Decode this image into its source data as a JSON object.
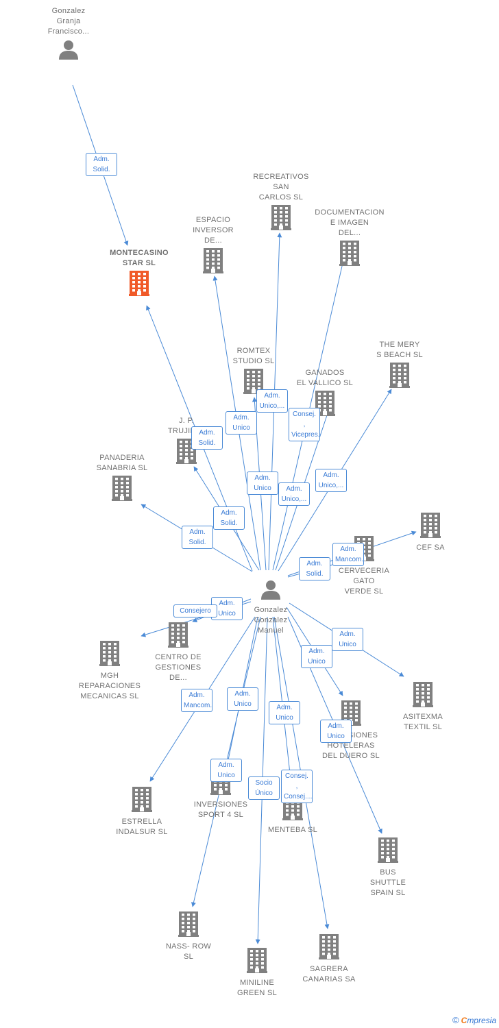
{
  "colors": {
    "edge": "#4a8ad6",
    "building": "#808080",
    "building_focus": "#f05a28",
    "person": "#808080"
  },
  "nodes": [
    {
      "id": "gonzalez-granja",
      "type": "person",
      "label": "Gonzalez\nGranja\nFrancisco..."
    },
    {
      "id": "montecasino",
      "type": "company",
      "focus": true,
      "label": "MONTECASINO\nSTAR  SL"
    },
    {
      "id": "recreativos",
      "type": "company",
      "label": "RECREATIVOS\nSAN\nCARLOS SL"
    },
    {
      "id": "espacio",
      "type": "company",
      "label": "ESPACIO\nINVERSOR\nDE..."
    },
    {
      "id": "documentacion",
      "type": "company",
      "label": "DOCUMENTACION\nE IMAGEN\nDEL..."
    },
    {
      "id": "romtex",
      "type": "company",
      "label": "ROMTEX\nSTUDIO  SL"
    },
    {
      "id": "ganados",
      "type": "company",
      "label": "GANADOS\nEL VALLICO  SL"
    },
    {
      "id": "themery",
      "type": "company",
      "label": "THE MERY\nS BEACH  SL"
    },
    {
      "id": "jptrujillo",
      "type": "company",
      "label": "J. P.\nTRUJILLO"
    },
    {
      "id": "panaderia",
      "type": "company",
      "label": "PANADERIA\nSANABRIA  SL"
    },
    {
      "id": "cef",
      "type": "company",
      "label": "CEF SA"
    },
    {
      "id": "cerveceria",
      "type": "company",
      "label": "CERVECERIA\nGATO\nVERDE  SL"
    },
    {
      "id": "gonzalez-manuel",
      "type": "person",
      "label": "Gonzalez\nGonzalez\nManuel"
    },
    {
      "id": "mgh",
      "type": "company",
      "label": "MGH\nREPARACIONES\nMECANICAS SL"
    },
    {
      "id": "centro",
      "type": "company",
      "label": "CENTRO DE\nGESTIONES\nDE..."
    },
    {
      "id": "asitexma",
      "type": "company",
      "label": "ASITEXMA\nTEXTIL  SL"
    },
    {
      "id": "inversiones-hoteleras",
      "type": "company",
      "label": "INVERSIONES\nHOTELERAS\nDEL DUERO SL"
    },
    {
      "id": "estrella",
      "type": "company",
      "label": "ESTRELLA\nINDALSUR  SL"
    },
    {
      "id": "inversiones-sport",
      "type": "company",
      "label": "INVERSIONES\nSPORT 4 SL"
    },
    {
      "id": "menteba",
      "type": "company",
      "label": "MENTEBA  SL"
    },
    {
      "id": "bus",
      "type": "company",
      "label": "BUS\nSHUTTLE\nSPAIN  SL"
    },
    {
      "id": "nass",
      "type": "company",
      "label": "NASS- ROW\nSL"
    },
    {
      "id": "miniline",
      "type": "company",
      "label": "MINILINE\nGREEN SL"
    },
    {
      "id": "sagrera",
      "type": "company",
      "label": "SAGRERA\nCANARIAS SA"
    }
  ],
  "relations": [
    {
      "label": "Adm.\nSolid.",
      "from": "gonzalez-granja",
      "to": "montecasino"
    },
    {
      "label": "Adm.\nSolid.",
      "from": "gonzalez-manuel",
      "to": "montecasino"
    },
    {
      "label": "Adm.\nUnico",
      "from": "gonzalez-manuel",
      "to": "espacio"
    },
    {
      "label": "Adm.\nUnico,...",
      "from": "gonzalez-manuel",
      "to": "recreativos"
    },
    {
      "label": "Consej. ,\nVicepres.",
      "from": "gonzalez-manuel",
      "to": "documentacion"
    },
    {
      "label": "Adm.\nUnico",
      "from": "gonzalez-manuel",
      "to": "romtex"
    },
    {
      "label": "Adm.\nUnico,...",
      "from": "gonzalez-manuel",
      "to": "ganados"
    },
    {
      "label": "Adm.\nUnico,...",
      "from": "gonzalez-manuel",
      "to": "themery"
    },
    {
      "label": "Adm.\nSolid.",
      "from": "gonzalez-manuel",
      "to": "jptrujillo"
    },
    {
      "label": "Adm.\nSolid.",
      "from": "gonzalez-manuel",
      "to": "panaderia"
    },
    {
      "label": "Adm.\nMancom.",
      "from": "gonzalez-manuel",
      "to": "cef"
    },
    {
      "label": "Adm.\nSolid.",
      "from": "gonzalez-manuel",
      "to": "cerveceria"
    },
    {
      "label": "Adm.\nUnico",
      "from": "gonzalez-manuel",
      "to": "centro"
    },
    {
      "label": "Consejero",
      "from": "gonzalez-manuel",
      "to": "mgh"
    },
    {
      "label": "Adm.\nUnico",
      "from": "gonzalez-manuel",
      "to": "asitexma"
    },
    {
      "label": "Adm.\nUnico",
      "from": "gonzalez-manuel",
      "to": "inversiones-hoteleras"
    },
    {
      "label": "Adm.\nMancom.",
      "from": "gonzalez-manuel",
      "to": "estrella"
    },
    {
      "label": "Adm.\nUnico",
      "from": "gonzalez-manuel",
      "to": "inversiones-sport"
    },
    {
      "label": "Adm.\nUnico",
      "from": "gonzalez-manuel",
      "to": "menteba"
    },
    {
      "label": "Adm.\nUnico",
      "from": "gonzalez-manuel",
      "to": "bus"
    },
    {
      "label": "Adm.\nUnico",
      "from": "gonzalez-manuel",
      "to": "nass"
    },
    {
      "label": "Socio\nÚnico",
      "from": "gonzalez-manuel",
      "to": "miniline"
    },
    {
      "label": "Consej. ,\nConsej....",
      "from": "gonzalez-manuel",
      "to": "sagrera"
    }
  ],
  "footer": {
    "copyright": "©",
    "brand_first": "C",
    "brand_rest": "mpresia"
  }
}
